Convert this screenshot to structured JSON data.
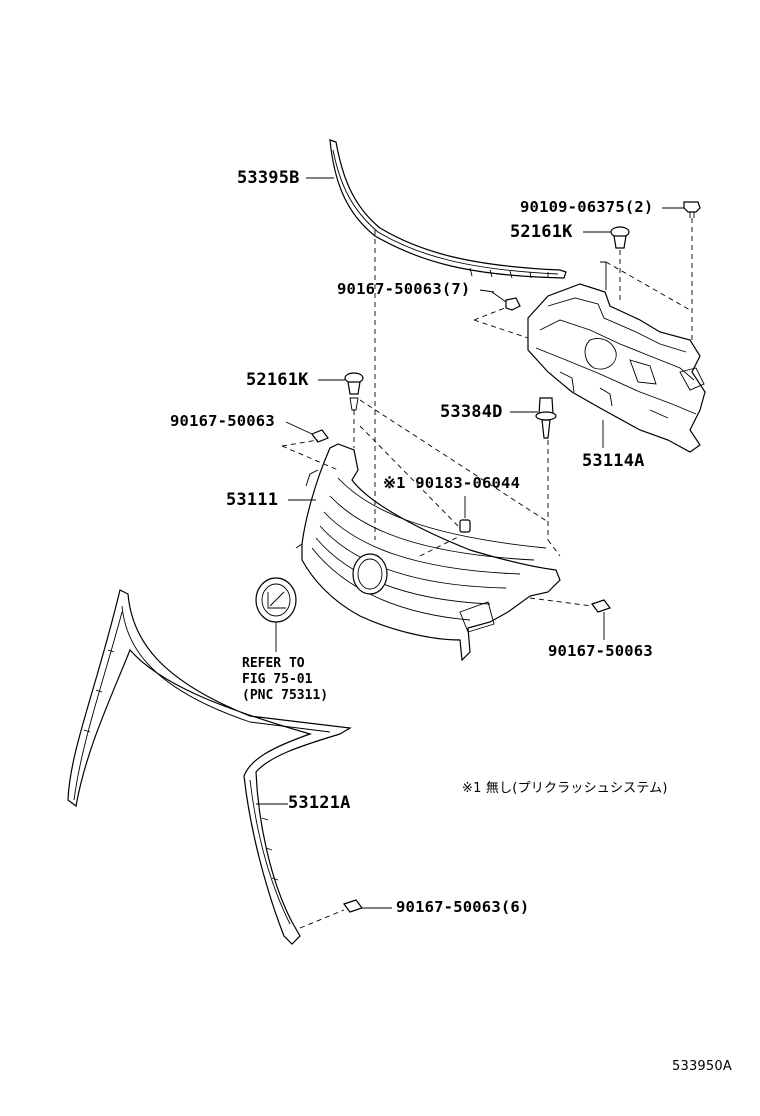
{
  "parts": {
    "p53395B": "53395B",
    "p90109_06375": "90109-06375(2)",
    "p52161K_top": "52161K",
    "p90167_50063_7": "90167-50063(7)",
    "p52161K_left": "52161K",
    "p53384D": "53384D",
    "p53114A": "53114A",
    "p90167_50063_left": "90167-50063",
    "p53111": "53111",
    "p90183_06044": "※1 90183-06044",
    "p90167_50063_right": "90167-50063",
    "p53121A": "53121A",
    "p90167_50063_6": "90167-50063(6)"
  },
  "reference": {
    "line1": "REFER TO",
    "line2": "FIG 75-01",
    "line3": "(PNC 75311)"
  },
  "note": "※1 無し(プリクラッシュシステム)",
  "figure_id": "533950A"
}
